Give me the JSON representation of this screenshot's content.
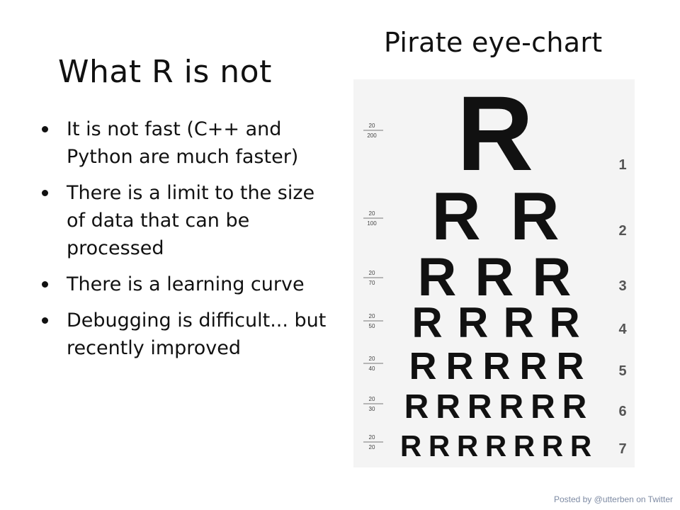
{
  "left_slide": {
    "title": "What R is not",
    "bullets": [
      "It is not fast (C++ and Python are much faster)",
      "There is a limit to the size of data that can be processed",
      "There is a learning curve",
      "Debugging is difficult... but recently improved"
    ]
  },
  "right_panel": {
    "caption": "Pirate eye-chart",
    "eye_chart": {
      "letter": "R",
      "rows": [
        {
          "acuity_top": "20",
          "acuity_bottom": "200",
          "line_number": "1",
          "letter_count": 1
        },
        {
          "acuity_top": "20",
          "acuity_bottom": "100",
          "line_number": "2",
          "letter_count": 2
        },
        {
          "acuity_top": "20",
          "acuity_bottom": "70",
          "line_number": "3",
          "letter_count": 3
        },
        {
          "acuity_top": "20",
          "acuity_bottom": "50",
          "line_number": "4",
          "letter_count": 4
        },
        {
          "acuity_top": "20",
          "acuity_bottom": "40",
          "line_number": "5",
          "letter_count": 5
        },
        {
          "acuity_top": "20",
          "acuity_bottom": "30",
          "line_number": "6",
          "letter_count": 6
        },
        {
          "acuity_top": "20",
          "acuity_bottom": "20",
          "line_number": "7",
          "letter_count": 7
        }
      ]
    }
  },
  "footer": {
    "credit": "Posted by @utterben on Twitter"
  }
}
